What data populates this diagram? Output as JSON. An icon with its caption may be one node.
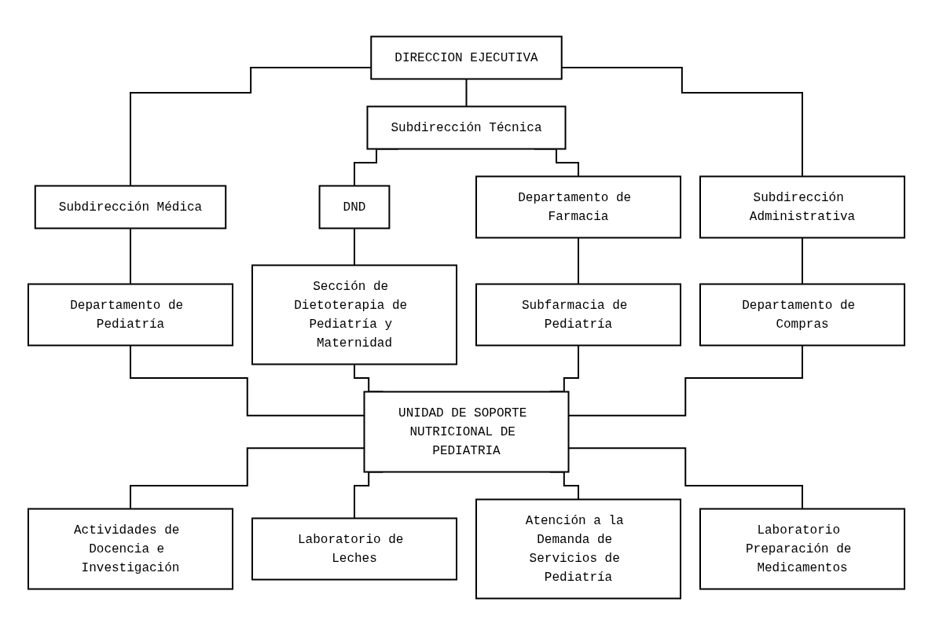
{
  "diagram": {
    "nodes": [
      {
        "text": [
          "DIRECCION EJECUTIVA"
        ]
      },
      {
        "text": [
          "Subdirección Médica"
        ]
      },
      {
        "text": [
          "Subdirección Técnica"
        ]
      },
      {
        "text": [
          "Subdirección Administrativa"
        ]
      },
      {
        "text": [
          "Departamento de Pediatría"
        ]
      },
      {
        "text": [
          "DND"
        ]
      },
      {
        "text": [
          "Departamento de Farmacia"
        ]
      },
      {
        "text": [
          "Departamento de Compras"
        ]
      },
      {
        "text": [
          "Subfarmacia de Pediatría"
        ]
      },
      {
        "text": [
          "Sección de Dietoterapia de Pediatría y Maternidad"
        ]
      },
      {
        "text": [
          "UNIDAD DE SOPORTE NUTRICIONAL DE PEDIATRIA"
        ]
      },
      {
        "text": [
          "Actividades de Docencia e Investigación"
        ]
      },
      {
        "text": [
          "Laboratorio de Leches"
        ]
      },
      {
        "text": [
          "Atención a la Demanda de Servicios de Pediatría"
        ]
      },
      {
        "text": [
          "Laboratorio Preparación de Medicamentos"
        ]
      }
    ],
    "edges": [
      {
        "from": 0,
        "to": 1,
        "arrow": "none"
      },
      {
        "from": 0,
        "to": 2,
        "arrow": "none"
      },
      {
        "from": 0,
        "to": 3,
        "arrow": "none"
      },
      {
        "from": 1,
        "to": 4,
        "arrow": "none"
      },
      {
        "from": 2,
        "to": 5,
        "arrow": "none"
      },
      {
        "from": 2,
        "to": 6,
        "arrow": "none"
      },
      {
        "from": 3,
        "to": 7,
        "arrow": "none"
      },
      {
        "from": 6,
        "to": 8,
        "arrow": "none"
      },
      {
        "from": 5,
        "to": 9,
        "arrow": "none"
      },
      {
        "from": 4,
        "to": 10,
        "arrow": "none"
      },
      {
        "from": 9,
        "to": 10,
        "arrow": "none"
      },
      {
        "from": 8,
        "to": 10,
        "arrow": "none"
      },
      {
        "from": 7,
        "to": 10,
        "arrow": "none"
      },
      {
        "from": 10,
        "to": 11,
        "arrow": "none"
      },
      {
        "from": 10,
        "to": 12,
        "arrow": "none"
      },
      {
        "from": 10,
        "to": 13,
        "arrow": "none"
      },
      {
        "from": 10,
        "to": 14,
        "arrow": "none"
      }
    ]
  }
}
